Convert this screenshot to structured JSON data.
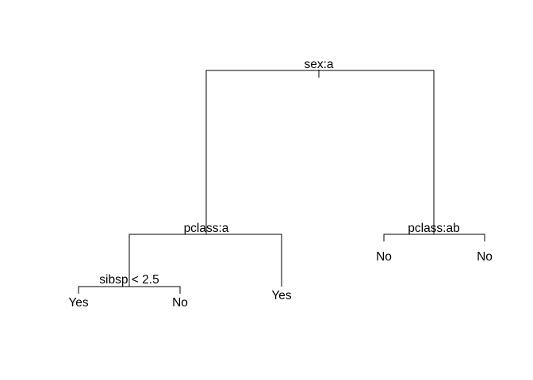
{
  "tree": {
    "root": {
      "split_label": "sex:a"
    },
    "left": {
      "split_label": "pclass:a"
    },
    "left_left": {
      "split_label": "sibsp < 2.5",
      "leaf_left": "Yes",
      "leaf_right": "No"
    },
    "left_right_leaf": "Yes",
    "right": {
      "split_label": "pclass:ab",
      "leaf_left": "No",
      "leaf_right": "No"
    }
  }
}
